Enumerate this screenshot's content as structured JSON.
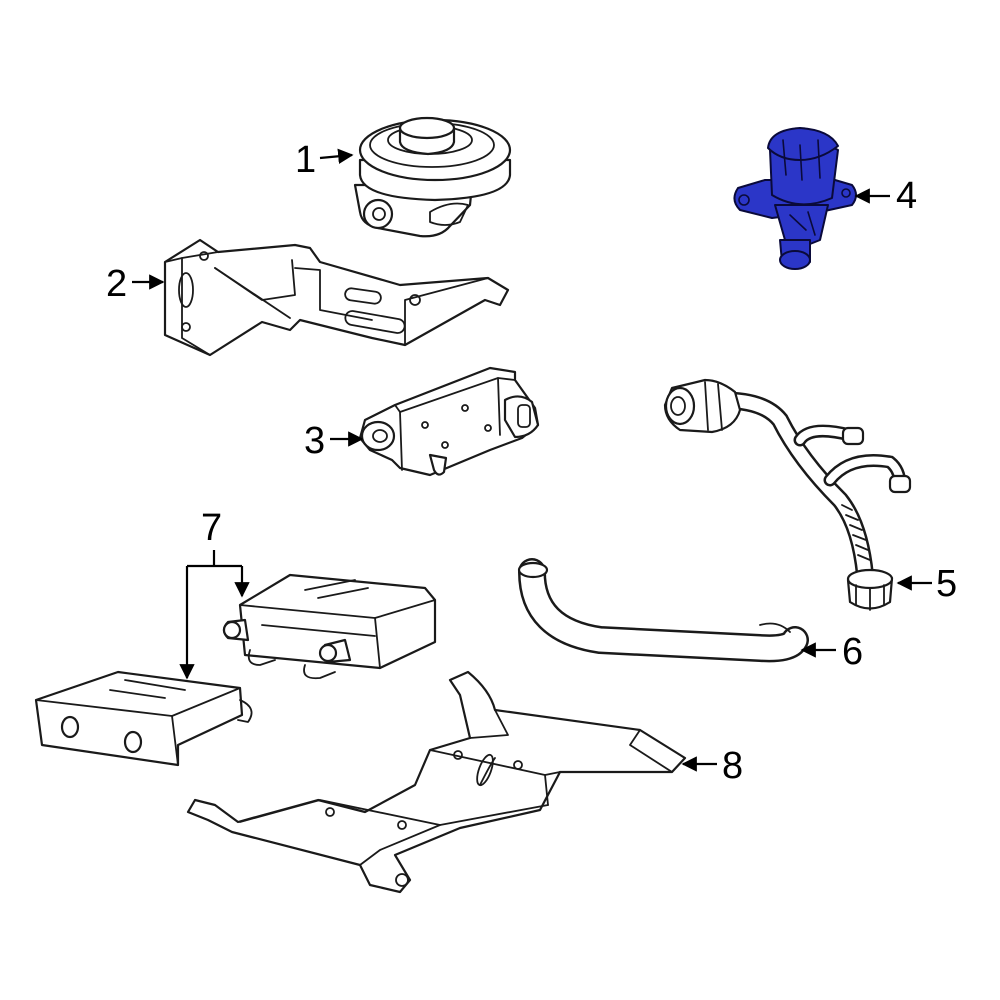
{
  "callouts": [
    {
      "id": "1",
      "label": "1"
    },
    {
      "id": "2",
      "label": "2"
    },
    {
      "id": "3",
      "label": "3"
    },
    {
      "id": "4",
      "label": "4"
    },
    {
      "id": "5",
      "label": "5"
    },
    {
      "id": "6",
      "label": "6"
    },
    {
      "id": "7",
      "label": "7"
    },
    {
      "id": "8",
      "label": "8"
    }
  ],
  "highlight": {
    "part": "4",
    "color": "#2b36c8"
  },
  "colors": {
    "line": "#1a1a1a",
    "background": "#ffffff"
  }
}
